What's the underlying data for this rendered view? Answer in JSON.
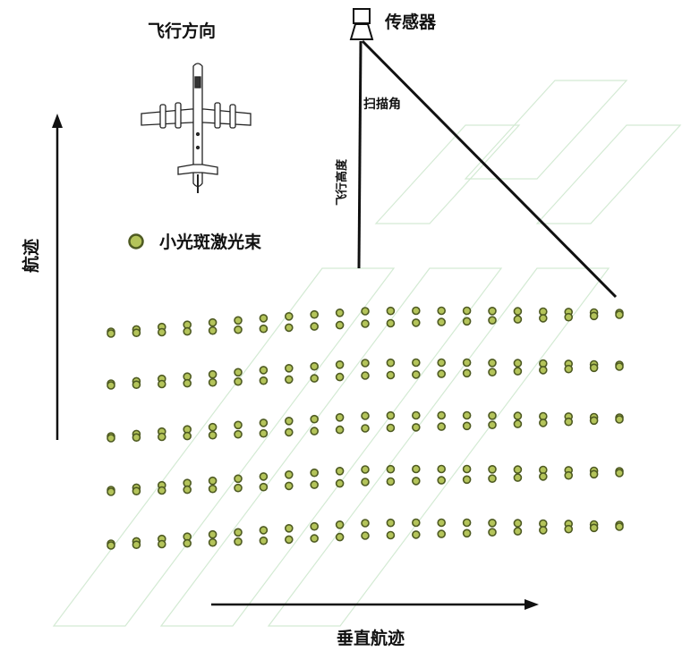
{
  "labels": {
    "flight_direction": "飞行方向",
    "sensor": "传感器",
    "scan_angle": "扫描角",
    "flight_height": "飞行高度",
    "track": "航迹",
    "legend": "小光斑激光束",
    "cross_track": "垂直航迹"
  },
  "colors": {
    "line": "#111111",
    "spot_fill": "#b4c45a",
    "spot_stroke": "#4e5a22",
    "watermark": "#cfe8cf"
  },
  "spot_grid": {
    "columns": 21,
    "rows": 5,
    "points_per_row_group": 2
  }
}
